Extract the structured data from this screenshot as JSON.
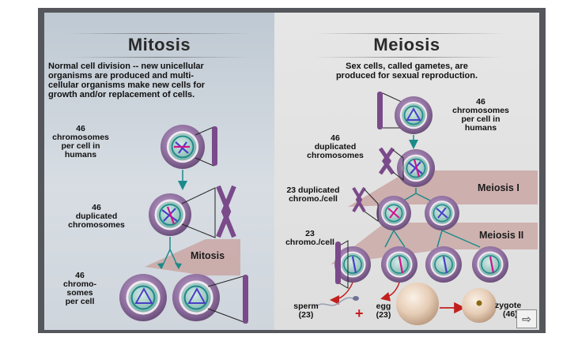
{
  "mitosis": {
    "title": "Mitosis",
    "description_lines": [
      "Normal cell division -- new unicellular",
      "organisms are produced and multi-",
      "cellular organisms make new cells for",
      "growth and/or replacement of cells."
    ],
    "label_top": [
      "46",
      "chromosomes",
      "per cell in",
      "humans"
    ],
    "label_middle": [
      "46",
      "duplicated",
      "chromosomes"
    ],
    "label_bottom": [
      "46",
      "chromo-",
      "somes",
      "per cell"
    ],
    "band_label": "Mitosis"
  },
  "meiosis": {
    "title": "Meiosis",
    "description_lines": [
      "Sex cells, called gametes, are",
      "produced for sexual reproduction."
    ],
    "label_top": [
      "46",
      "chromosomes",
      "per cell in",
      "humans"
    ],
    "label_dup": [
      "46",
      "duplicated",
      "chromosomes"
    ],
    "label_23dup": [
      "23 duplicated",
      "chromo./cell"
    ],
    "label_23": [
      "23",
      "chromo./cell"
    ],
    "band_1": "Meiosis I",
    "band_2": "Meiosis II",
    "sperm": [
      "sperm",
      "(23)"
    ],
    "egg": [
      "egg",
      "(23)"
    ],
    "zygote": [
      "zygote",
      "(46)"
    ],
    "plus": "+"
  },
  "controls": {
    "next": "⇨"
  },
  "colors": {
    "cell_outer": "#8e6f9e",
    "cell_inner": "#a9cfc9",
    "nucleus": "#1f8a8a",
    "band": "#c9a6a3",
    "arrow": "#1b8a8a",
    "red_arrow": "#c2201d"
  }
}
